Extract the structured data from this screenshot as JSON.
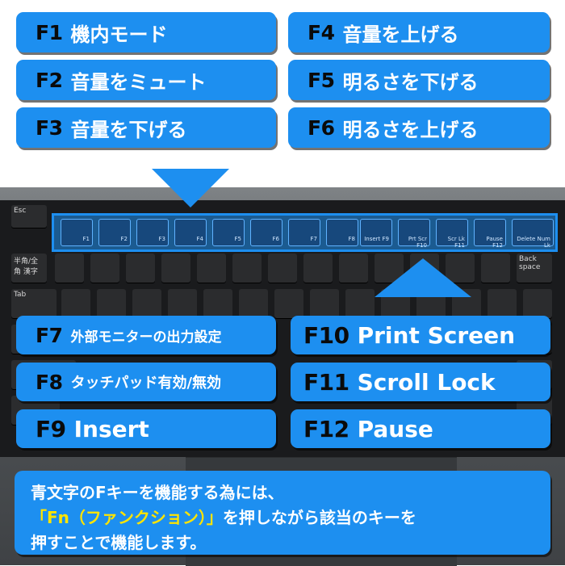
{
  "top_keys": [
    {
      "key": "F1",
      "desc": "機内モード"
    },
    {
      "key": "F4",
      "desc": "音量を上げる"
    },
    {
      "key": "F2",
      "desc": "音量をミュート"
    },
    {
      "key": "F5",
      "desc": "明るさを下げる"
    },
    {
      "key": "F3",
      "desc": "音量を下げる"
    },
    {
      "key": "F6",
      "desc": "明るさを上げる"
    }
  ],
  "bottom_keys": [
    {
      "key": "F7",
      "desc": "外部モニターの出力設定"
    },
    {
      "key": "F10",
      "desc": "Print Screen"
    },
    {
      "key": "F8",
      "desc": "タッチパッド有効/無効"
    },
    {
      "key": "F11",
      "desc": "Scroll Lock"
    },
    {
      "key": "F9",
      "desc": "Insert"
    },
    {
      "key": "F12",
      "desc": "Pause"
    }
  ],
  "keyboard": {
    "esc": "Esc",
    "fkeys": [
      "F1",
      "F2",
      "F3",
      "F4",
      "F5",
      "F6",
      "F7",
      "F8",
      "Insert F9",
      "Prt Scr F10",
      "Scr Lk F11",
      "Pause F12",
      "Delete Num Lk"
    ],
    "backspace": "Back space",
    "tab": "Tab",
    "hankaku": "半角/全角 漢字"
  },
  "info": {
    "line1": "青文字のFキーを機能する為には、",
    "fn_text": "「Fn（ファンクション）」",
    "line2_rest": "を押しながら該当のキーを",
    "line3": "押すことで機能します。"
  },
  "colors": {
    "accent": "#1d8ff0",
    "fn_highlight": "#ffe400"
  }
}
